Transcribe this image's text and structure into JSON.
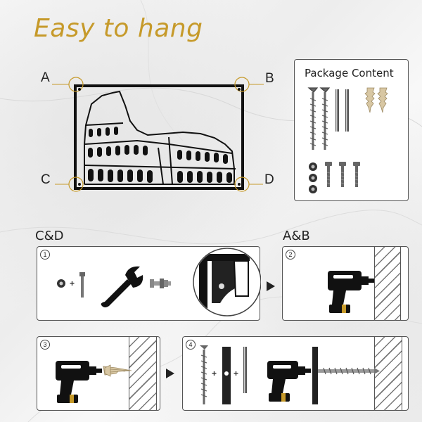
{
  "title": "Easy to hang",
  "corners": {
    "a": "A",
    "b": "B",
    "c": "C",
    "d": "D"
  },
  "package": {
    "title": "Package Content"
  },
  "sections": {
    "first": "C&D",
    "second": "A&B"
  },
  "steps": [
    "1",
    "2",
    "3",
    "4"
  ],
  "plus_symbol": "+",
  "colors": {
    "accent": "#c69a2a",
    "ink": "#111111",
    "border": "#555555"
  }
}
